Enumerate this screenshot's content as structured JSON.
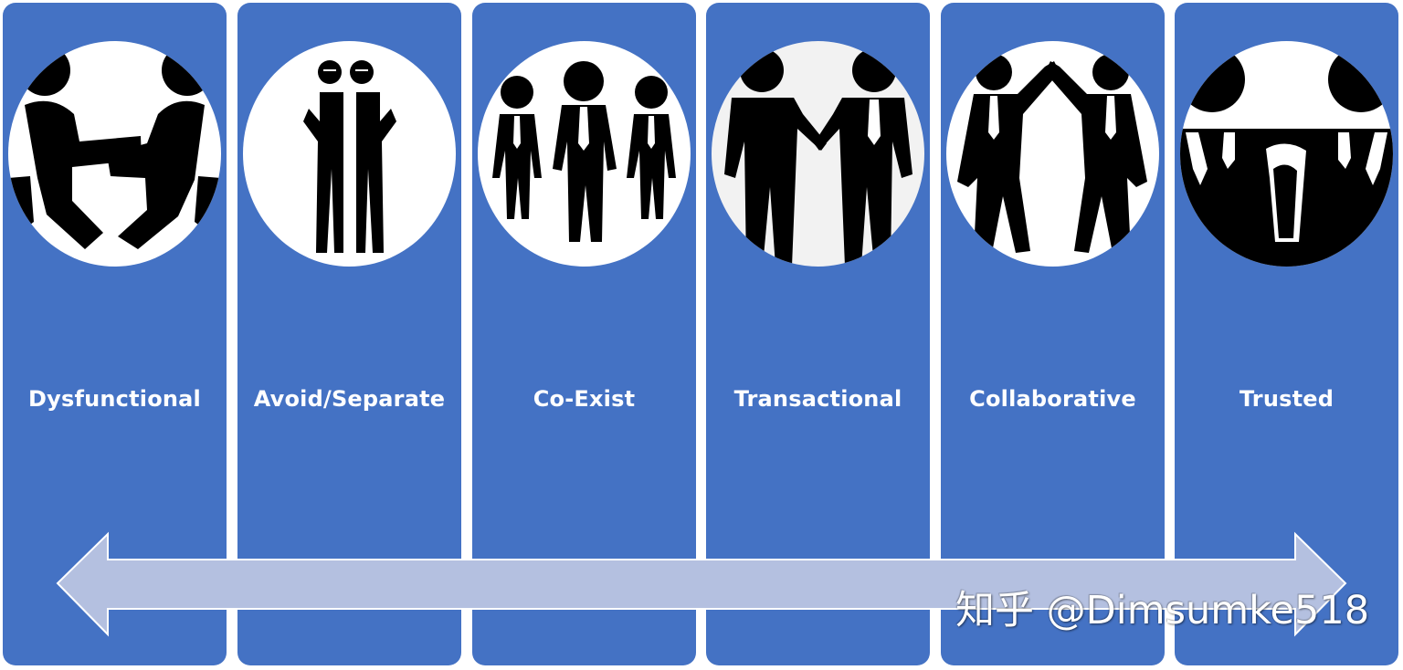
{
  "colors": {
    "column_fill": "#4472c4",
    "arrow_fill": "#b4c0e0",
    "icon_bg": "#ffffff",
    "figure": "#000000",
    "label_text": "#ffffff"
  },
  "stages": [
    {
      "label": "Dysfunctional",
      "icon": "two-figures-fighting-icon"
    },
    {
      "label": "Avoid/Separate",
      "icon": "two-figures-back-to-back-icon"
    },
    {
      "label": "Co-Exist",
      "icon": "three-figures-standing-icon"
    },
    {
      "label": "Transactional",
      "icon": "two-figures-handshake-icon"
    },
    {
      "label": "Collaborative",
      "icon": "two-figures-high-five-icon"
    },
    {
      "label": "Trusted",
      "icon": "two-figures-close-up-icon"
    }
  ],
  "arrow": {
    "icon": "double-headed-arrow-icon"
  },
  "watermark": {
    "text": "知乎 @Dimsumke518"
  }
}
